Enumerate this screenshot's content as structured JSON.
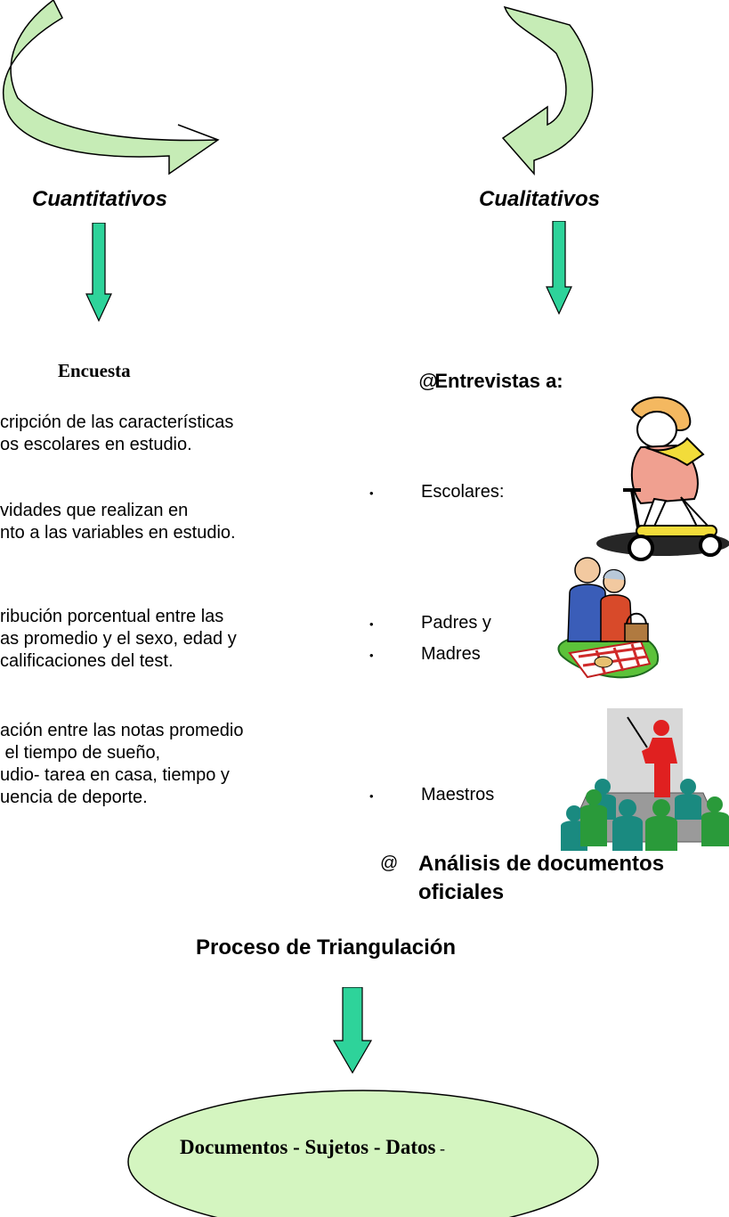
{
  "left": {
    "category": "Cuantitativos",
    "method_title": "Encuesta",
    "items": [
      [
        "cripción de las características",
        "os escolares en estudio."
      ],
      [
        "vidades que realizan en",
        "nto a las variables en estudio."
      ],
      [
        "ribución porcentual entre las",
        "as promedio y el sexo, edad y",
        "calificaciones del test."
      ],
      [
        "ación entre las notas promedio",
        " el tiempo de sueño,",
        "udio- tarea en casa, tiempo y",
        "uencia de deporte."
      ]
    ]
  },
  "right": {
    "category": "Cualitativos",
    "interviews_symbol": "@",
    "interviews_title": "Entrevistas a:",
    "bullet_char": "•",
    "subjects": [
      "Escolares:",
      "Padres y",
      "Madres",
      "Maestros"
    ],
    "analysis_symbol": "@",
    "analysis_title_line1": "Análisis de documentos",
    "analysis_title_line2": "oficiales"
  },
  "process_title": "Proceso de Triangulación",
  "result": {
    "main": "Documentos - Sujetos - Datos",
    "trailing": " -"
  },
  "colors": {
    "curved_arrow_fill": "#c6ecb6",
    "down_arrow_fill": "#2ed39a",
    "ellipse_fill": "#d4f5c0",
    "teal_figure": "#1a8a80",
    "green_figure": "#2a9a3a",
    "teacher_red": "#e02020",
    "board_gray": "#d8d8d8"
  }
}
